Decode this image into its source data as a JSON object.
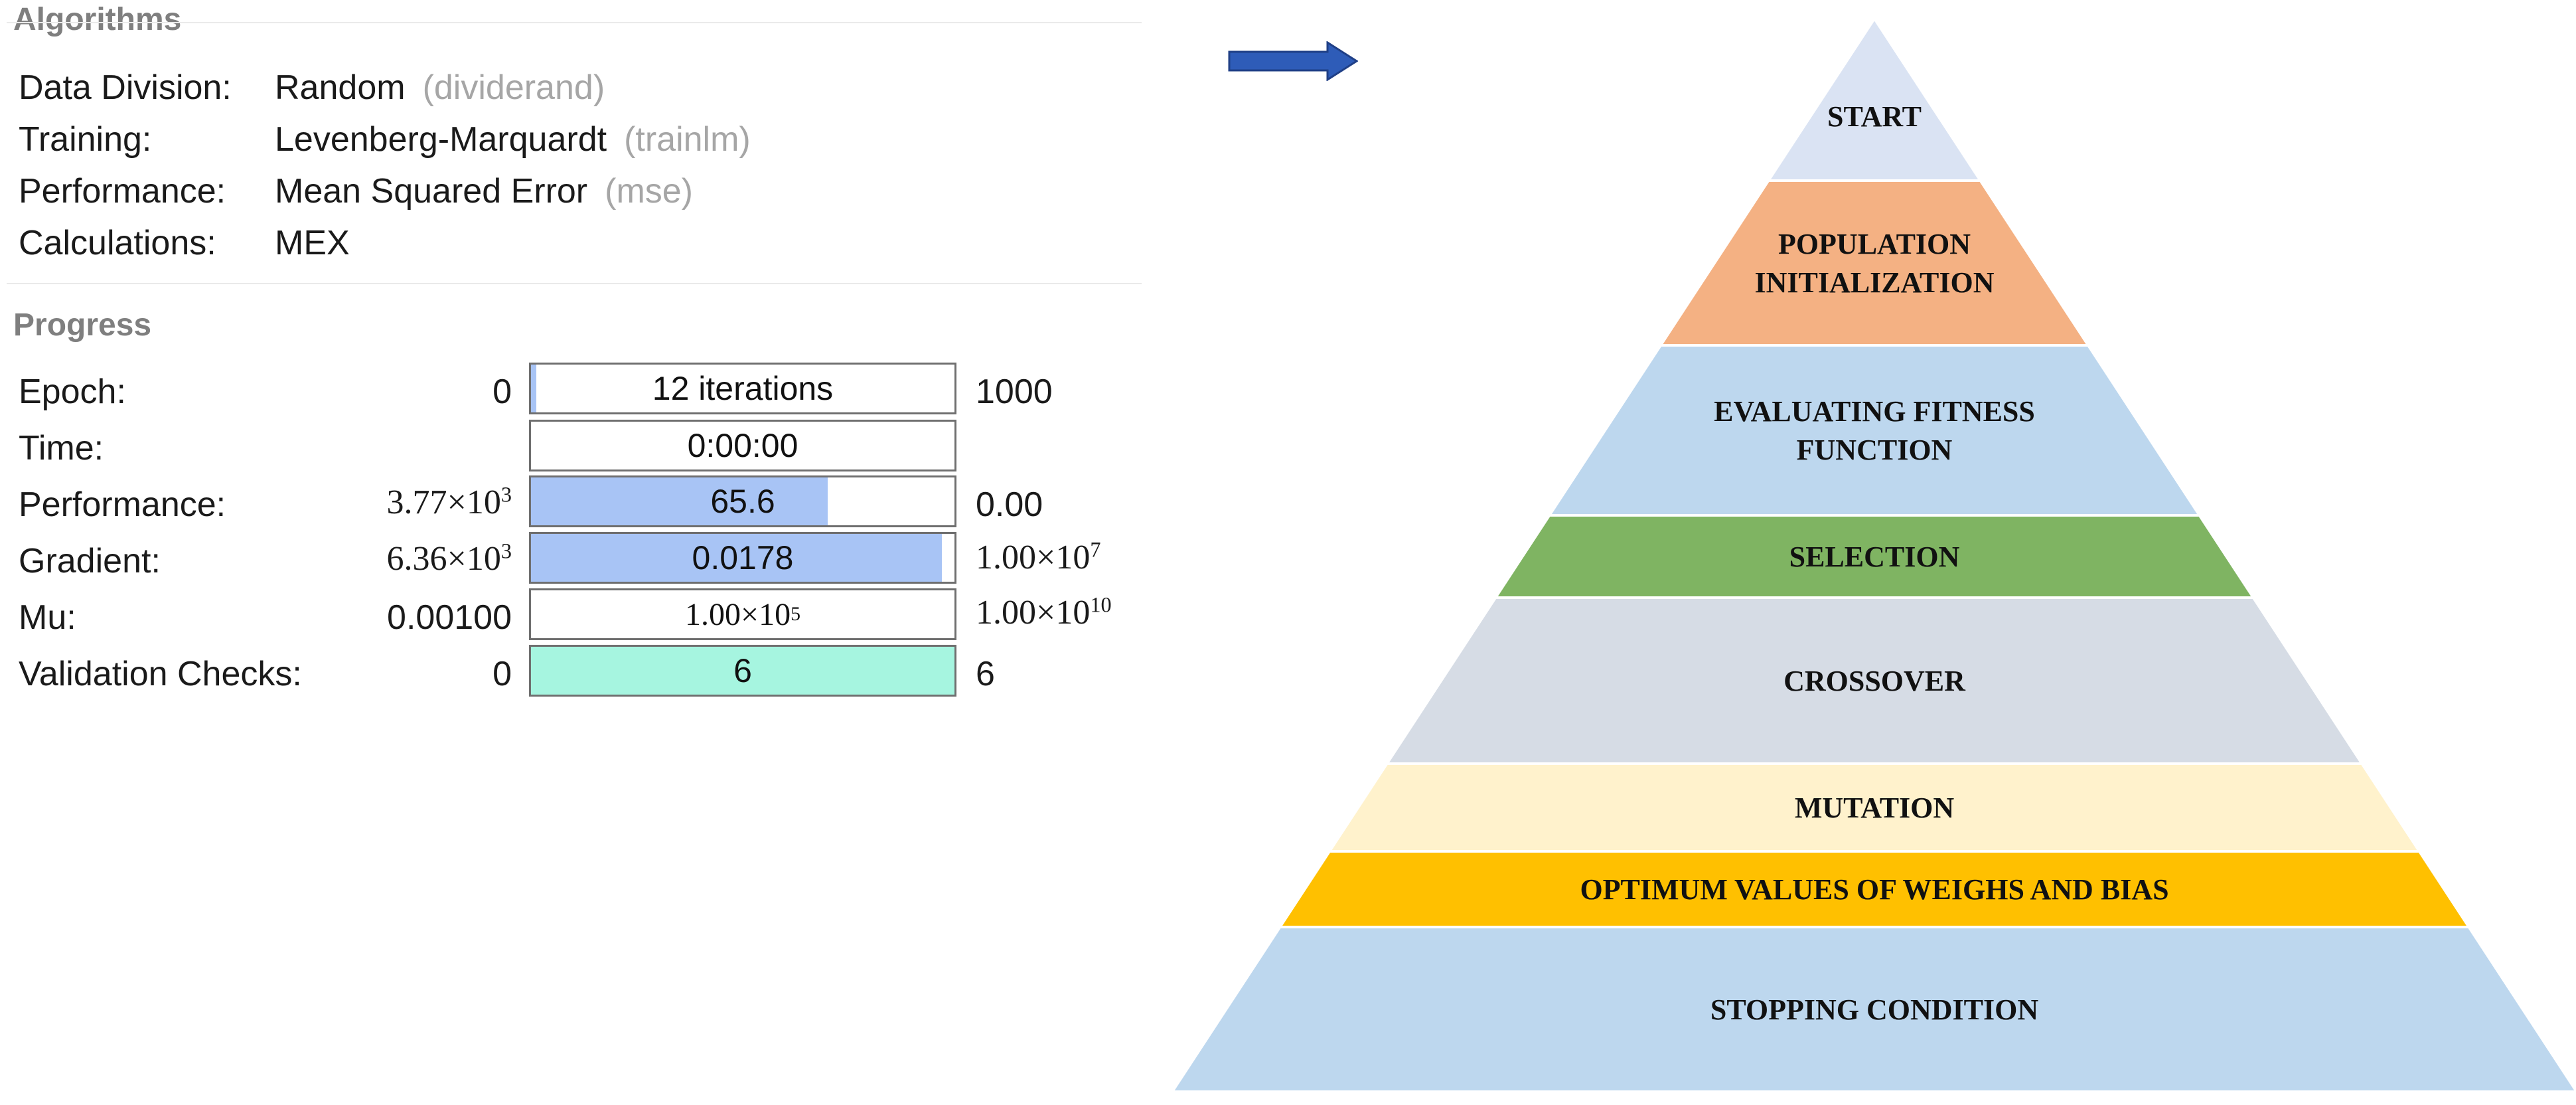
{
  "algorithms": {
    "title": "Algorithms",
    "rows": [
      {
        "label": "Data Division:",
        "value": "Random",
        "hint": "(dividerand)"
      },
      {
        "label": "Training:",
        "value": "Levenberg-Marquardt",
        "hint": "(trainlm)"
      },
      {
        "label": "Performance:",
        "value": "Mean Squared Error",
        "hint": "(mse)"
      },
      {
        "label": "Calculations:",
        "value": "MEX",
        "hint": ""
      }
    ]
  },
  "progress": {
    "title": "Progress",
    "rows": [
      {
        "label": "Epoch:",
        "min": "0",
        "bar_text": "12 iterations",
        "max": "1000",
        "fill": 0.012,
        "fill_color": "#a8c4f5"
      },
      {
        "label": "Time:",
        "min": "",
        "bar_text": "0:00:00",
        "max": "",
        "fill": 0.0,
        "fill_color": "#a8c4f5"
      },
      {
        "label": "Performance:",
        "min": "3.77×10³",
        "bar_text": "65.6",
        "max": "0.00",
        "fill": 0.7,
        "fill_color": "#a8c4f5"
      },
      {
        "label": "Gradient:",
        "min": "6.36×10³",
        "bar_text": "0.0178",
        "max": "1.00×10⁷",
        "fill": 0.97,
        "fill_color": "#a8c4f5"
      },
      {
        "label": "Mu:",
        "min": "0.00100",
        "bar_text": "1.00×10⁵",
        "max": "1.00×10¹⁰",
        "fill": 0.0,
        "fill_color": "#a8c4f5"
      },
      {
        "label": "Validation Checks:",
        "min": "0",
        "bar_text": "6",
        "max": "6",
        "fill": 1.0,
        "fill_color": "#a6f5e0"
      }
    ]
  },
  "pyramid": {
    "layers": [
      {
        "lines": [
          "START"
        ],
        "color": "#dae3f3"
      },
      {
        "lines": [
          "POPULATION",
          "INITIALIZATION"
        ],
        "color": "#f4b183"
      },
      {
        "lines": [
          "EVALUATING FITNESS",
          "FUNCTION"
        ],
        "color": "#bdd7ee"
      },
      {
        "lines": [
          "SELECTION"
        ],
        "color": "#7fb462"
      },
      {
        "lines": [
          "CROSSOVER"
        ],
        "color": "#d6dce5"
      },
      {
        "lines": [
          "MUTATION"
        ],
        "color": "#fff2cc"
      },
      {
        "lines": [
          "OPTIMUM VALUES OF WEIGHS AND BIAS"
        ],
        "color": "#ffc000"
      },
      {
        "lines": [
          "STOPPING CONDITION"
        ],
        "color": "#bdd7ee"
      }
    ]
  },
  "colors": {
    "arrow": "#2e5cb8",
    "arrow_edge": "#1f3f86",
    "section_title": "#7f7f7f",
    "hint": "#a6a6a6"
  },
  "icons": {
    "arrow": "arrow-right-icon"
  }
}
